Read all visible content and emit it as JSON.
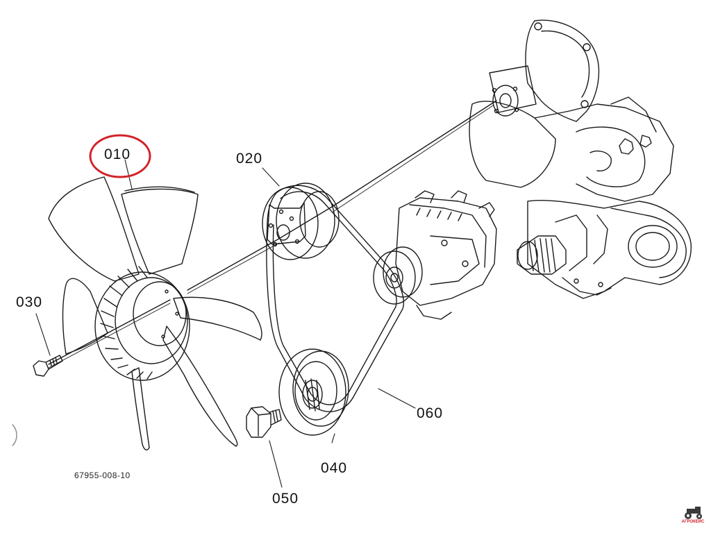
{
  "callouts": {
    "fan": "010",
    "fan_pulley": "020",
    "fan_bolt": "030",
    "crank_pulley": "040",
    "crank_bolt": "050",
    "v_belt": "060"
  },
  "drawing_code": "67955-008-10",
  "watermark": "АГРОКЕЙС",
  "colors": {
    "line": "#1a1a1a",
    "highlight": "#d2222a",
    "background": "#ffffff"
  }
}
